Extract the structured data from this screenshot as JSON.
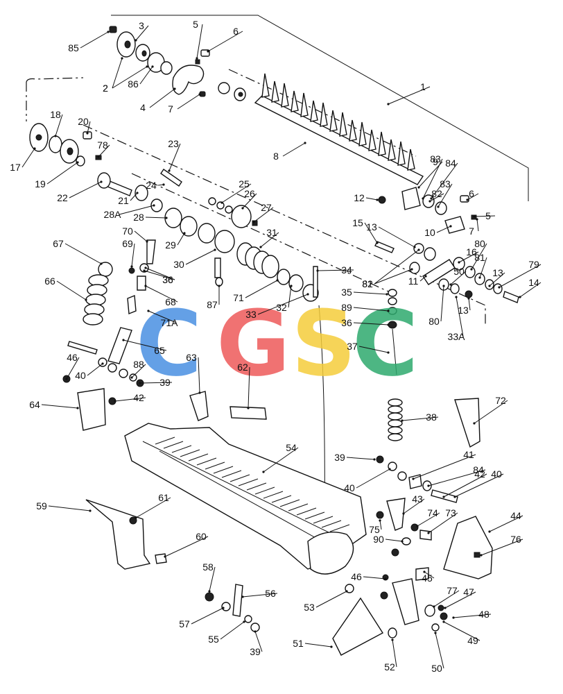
{
  "diagram": {
    "callouts": [
      "1",
      "2",
      "3",
      "4",
      "5",
      "6",
      "7",
      "8",
      "9",
      "10",
      "11",
      "12",
      "13",
      "14",
      "15",
      "16",
      "17",
      "18",
      "19",
      "20",
      "21",
      "22",
      "23",
      "24",
      "25",
      "26",
      "27",
      "28",
      "28A",
      "29",
      "30",
      "31",
      "32",
      "33",
      "33A",
      "34",
      "35",
      "36",
      "37",
      "38",
      "39",
      "40",
      "41",
      "42",
      "43",
      "44",
      "45",
      "46",
      "47",
      "48",
      "49",
      "50",
      "51",
      "52",
      "53",
      "54",
      "55",
      "56",
      "57",
      "58",
      "59",
      "60",
      "61",
      "62",
      "63",
      "64",
      "65",
      "66",
      "67",
      "68",
      "69",
      "70",
      "71",
      "71A",
      "72",
      "73",
      "74",
      "75",
      "76",
      "77",
      "78",
      "79",
      "80",
      "81",
      "82",
      "83",
      "84",
      "85",
      "86",
      "87",
      "88",
      "89",
      "90"
    ],
    "extra_callouts": [
      "2",
      "5",
      "6",
      "7",
      "13",
      "13",
      "36",
      "36",
      "39",
      "39",
      "40",
      "40",
      "42",
      "46",
      "50",
      "80",
      "81",
      "82",
      "83",
      "84",
      "88"
    ]
  },
  "watermark": {
    "letters": [
      "C",
      "G",
      "S",
      "C"
    ],
    "colors": [
      "#4a90e2",
      "#ee5a5a",
      "#f5cd3c",
      "#2eaa6e"
    ]
  }
}
